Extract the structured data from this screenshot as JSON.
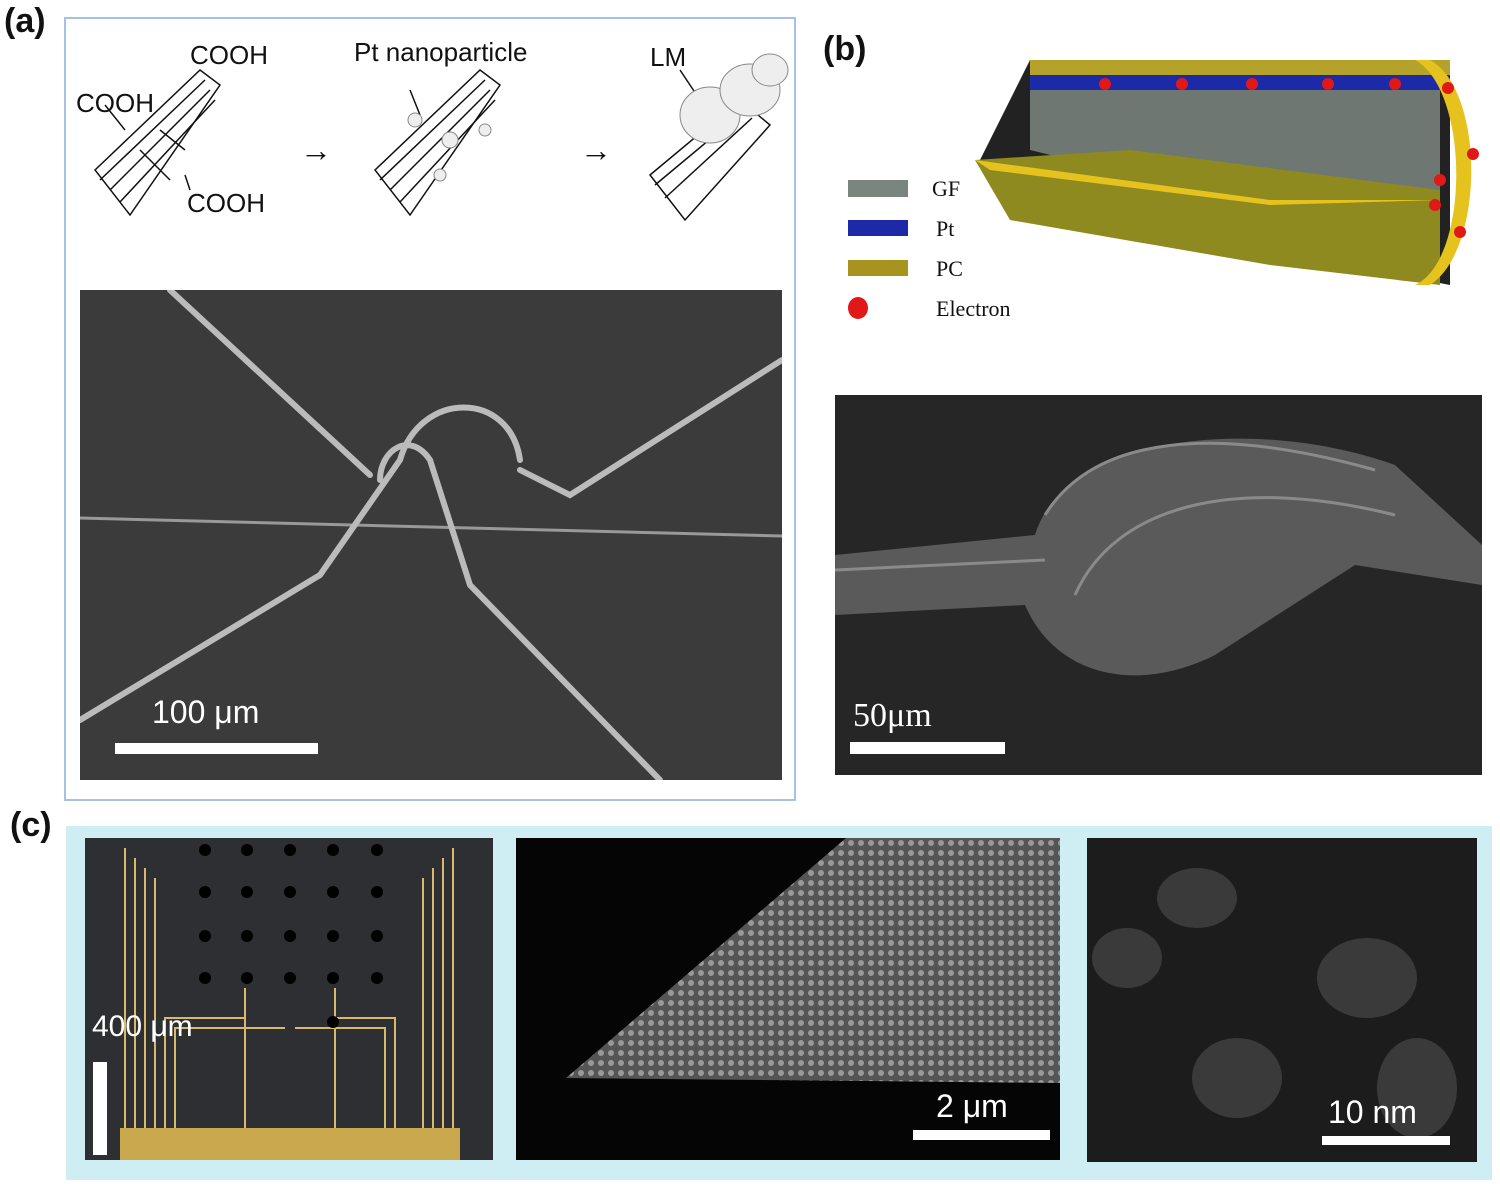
{
  "panels": {
    "a": {
      "label": "(a)",
      "schematic": {
        "cooh_1": "COOH",
        "cooh_2": "COOH",
        "cooh_3": "COOH",
        "pt_label": "Pt nanoparticle",
        "lm_label": "LM",
        "arrow": "→"
      },
      "scale_bar": "100 μm"
    },
    "b": {
      "label": "(b)",
      "legend": [
        {
          "label": "GF",
          "color": "#7b8580"
        },
        {
          "label": "Pt",
          "color": "#1c2aa8"
        },
        {
          "label": "PC",
          "color": "#a8931e"
        },
        {
          "label": "Electron",
          "color": "#e01818"
        }
      ],
      "scale_bar": "50μm"
    },
    "c": {
      "label": "(c)",
      "scale_bars": [
        "400 μm",
        "2 μm",
        "10 nm"
      ],
      "background": "#cfeef4"
    }
  }
}
